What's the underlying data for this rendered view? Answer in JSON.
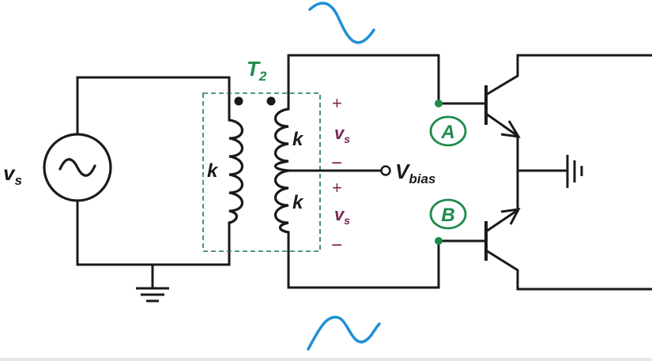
{
  "colors": {
    "wire": "#1a1a1a",
    "green": "#1e8a4c",
    "maroon": "#7a2550",
    "wave": "#1f8fd6"
  },
  "source": {
    "label": "v",
    "sub": "s"
  },
  "transformer": {
    "label": "T",
    "sub": "2",
    "primary_k": "k",
    "secondary_top_k": "k",
    "secondary_bottom_k": "k"
  },
  "signals": {
    "top": {
      "plus": "+",
      "label": "v",
      "sub": "s",
      "minus": "−"
    },
    "bottom": {
      "plus": "+",
      "label": "v",
      "sub": "s",
      "minus": "−"
    }
  },
  "bias": {
    "label": "V",
    "sub": "bias"
  },
  "nodes": {
    "a": "A",
    "b": "B"
  },
  "icons": [
    "ac-source-icon",
    "ground-icon",
    "sine-wave-icon"
  ]
}
